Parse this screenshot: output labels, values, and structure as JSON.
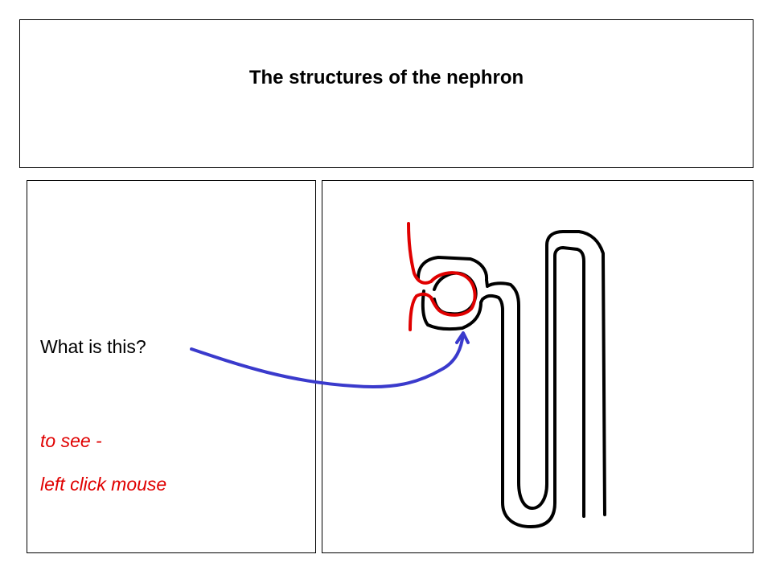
{
  "slide": {
    "title": "The structures of the nephron",
    "question": "What is this?",
    "hint_line1": "to see -",
    "hint_line2": "left click mouse"
  },
  "colors": {
    "tubule": "#000000",
    "capillary": "#e00000",
    "arrow": "#3a3acc",
    "hint_text": "#e00000"
  }
}
